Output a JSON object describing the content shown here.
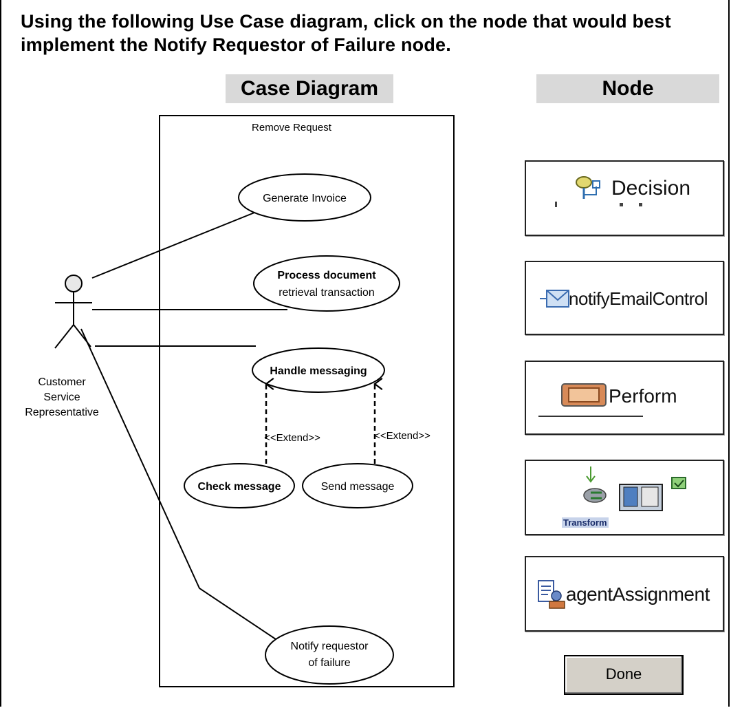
{
  "question": "Using the following Use Case diagram, click on the node that would best implement the Notify Requestor of Failure node.",
  "headers": {
    "case": "Case Diagram",
    "node": "Node"
  },
  "diagram": {
    "boundary_title": "Remove Request",
    "actor": [
      "Customer",
      "Service",
      "Representative"
    ],
    "use_cases": {
      "generate_invoice": "Generate Invoice",
      "process_doc_1": "Process document",
      "process_doc_2": "retrieval transaction",
      "handle_messaging": "Handle messaging",
      "check_message": "Check message",
      "send_message": "Send message",
      "notify_1": "Notify requestor",
      "notify_2": "of failure"
    },
    "extend_label": "<<Extend>>"
  },
  "nodes": {
    "decision": "Decision",
    "notify_email": "notifyEmailControl",
    "perform": "Perform",
    "transform": "Transform",
    "agent": "agentAssignment"
  },
  "done_label": "Done"
}
